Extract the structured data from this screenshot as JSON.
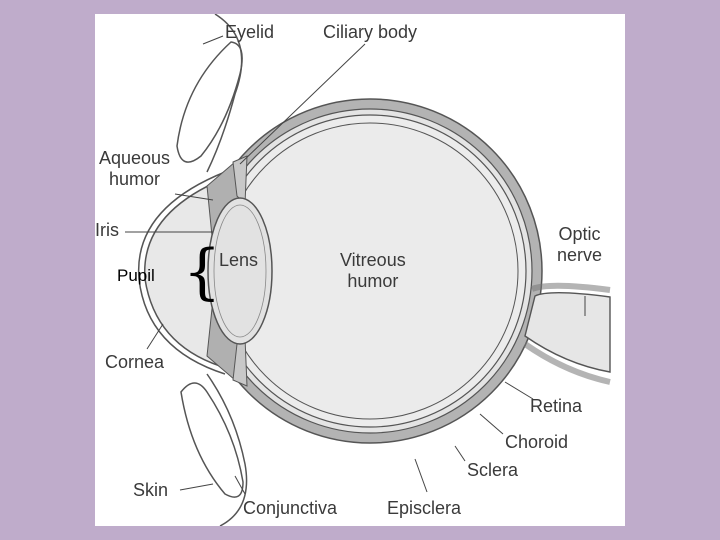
{
  "labels": {
    "eyelid": "Eyelid",
    "ciliary_body": "Ciliary body",
    "aqueous_humor": [
      "Aqueous",
      "humor"
    ],
    "iris": "Iris",
    "pupil": "Pupil",
    "lens": "Lens",
    "vitreous_humor": [
      "Vitreous",
      "humor"
    ],
    "optic_nerve": [
      "Optic",
      "nerve"
    ],
    "cornea": "Cornea",
    "retina": "Retina",
    "choroid": "Choroid",
    "sclera": "Sclera",
    "skin": "Skin",
    "conjunctiva": "Conjunctiva",
    "episclera": "Episclera"
  },
  "colors": {
    "background": "#bfaccb",
    "sclera_ring": "#b3b3b3",
    "inner_fill": "#e6e6e6",
    "outline": "#555555"
  }
}
